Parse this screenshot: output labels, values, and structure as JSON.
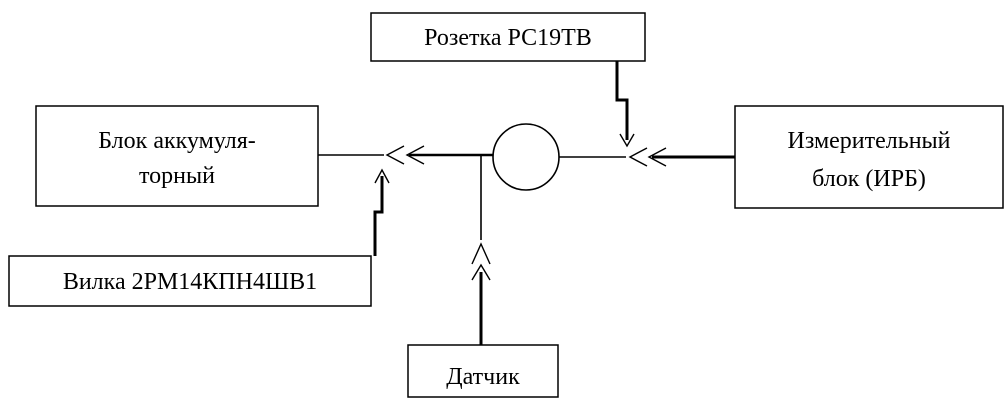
{
  "blocks": {
    "socket": "Розетка РС19ТВ",
    "battery_line1": "Блок аккумуля-",
    "battery_line2": "торный",
    "measuring_line1": "Измерительный",
    "measuring_line2": "блок (ИРБ)",
    "plug": "Вилка 2РМ14КПН4ШВ1",
    "sensor": "Датчик"
  }
}
